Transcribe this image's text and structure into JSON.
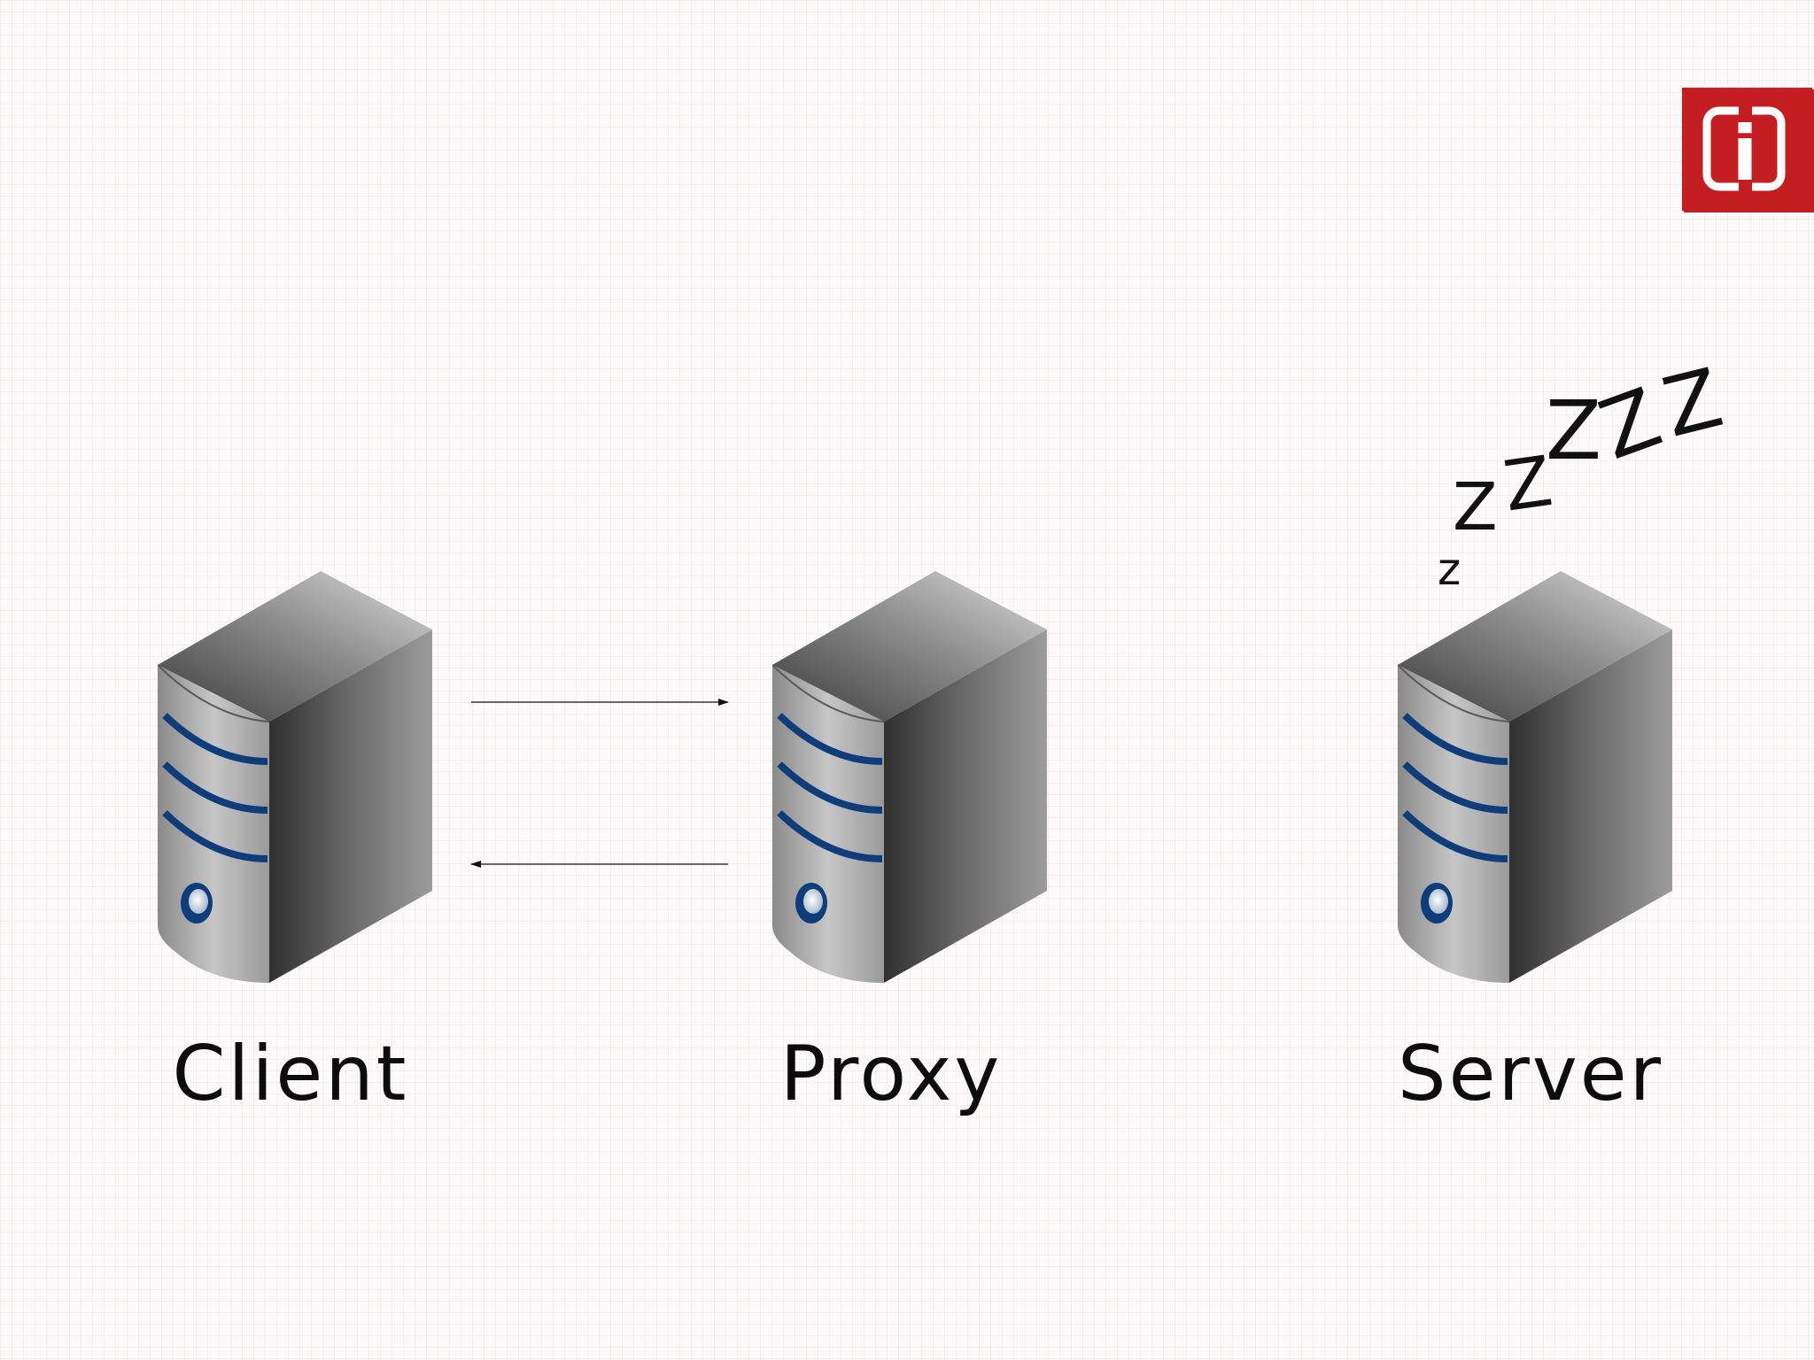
{
  "nodes": [
    {
      "id": "client",
      "label": "Client"
    },
    {
      "id": "proxy",
      "label": "Proxy"
    },
    {
      "id": "server",
      "label": "Server"
    }
  ],
  "edges": [
    {
      "from": "client",
      "to": "proxy"
    },
    {
      "from": "proxy",
      "to": "client"
    }
  ],
  "sleep_letters": [
    "z",
    "Z",
    "Z",
    "Z",
    "Z",
    "Z"
  ],
  "logo": {
    "glyph": "i"
  },
  "colors": {
    "accent": "#c41e22",
    "stripe": "#0f3d7a",
    "label": "#0c0c0c",
    "arrow": "#111111"
  }
}
